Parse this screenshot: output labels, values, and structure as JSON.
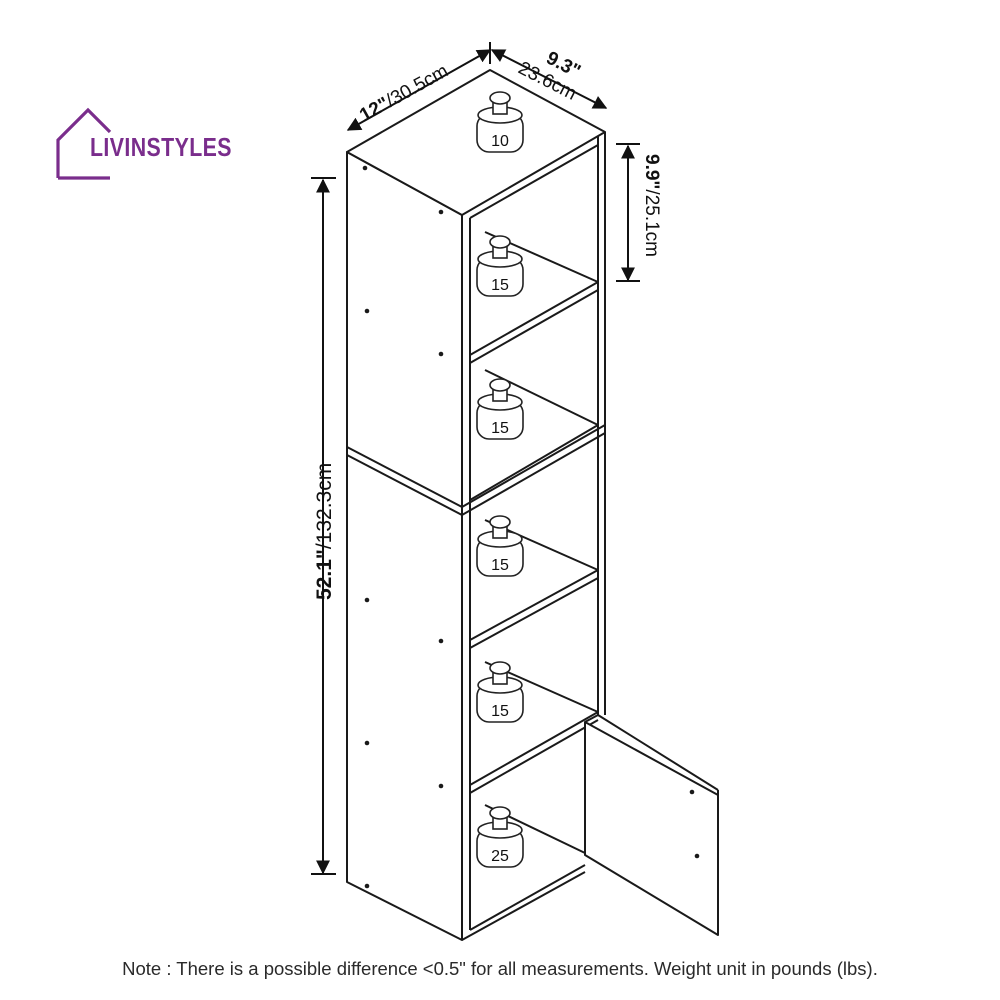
{
  "brand": {
    "name": "LIVINSTYLES",
    "color": "#7a2d8c"
  },
  "dimensions": {
    "depth": {
      "inch": "12\"",
      "cm": "/30.5cm"
    },
    "width": {
      "inch": "9.3\"",
      "cm": "23.6cm"
    },
    "shelf_height": {
      "inch": "9.9\"",
      "cm": "/25.1cm"
    },
    "total_height": {
      "inch": "52.1\"",
      "cm": "/132.3cm"
    }
  },
  "weights": [
    {
      "location": "top",
      "value": "10"
    },
    {
      "location": "shelf-1",
      "value": "15"
    },
    {
      "location": "shelf-2",
      "value": "15"
    },
    {
      "location": "shelf-3",
      "value": "15"
    },
    {
      "location": "shelf-4",
      "value": "15"
    },
    {
      "location": "cabinet",
      "value": "25"
    }
  ],
  "note": "Note : There is a possible difference <0.5\" for all measurements. Weight unit in pounds (lbs)."
}
